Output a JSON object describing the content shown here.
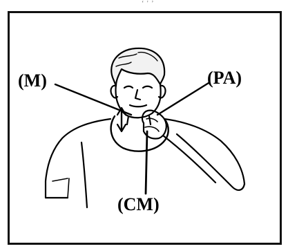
{
  "header": {
    "scan_mark": "‘ ' ’"
  },
  "labels": {
    "m": "(M)",
    "pa": "(PA)",
    "cm": "(CM)"
  },
  "colors": {
    "ink": "#000000",
    "frame": "#111111",
    "background": "#ffffff"
  }
}
